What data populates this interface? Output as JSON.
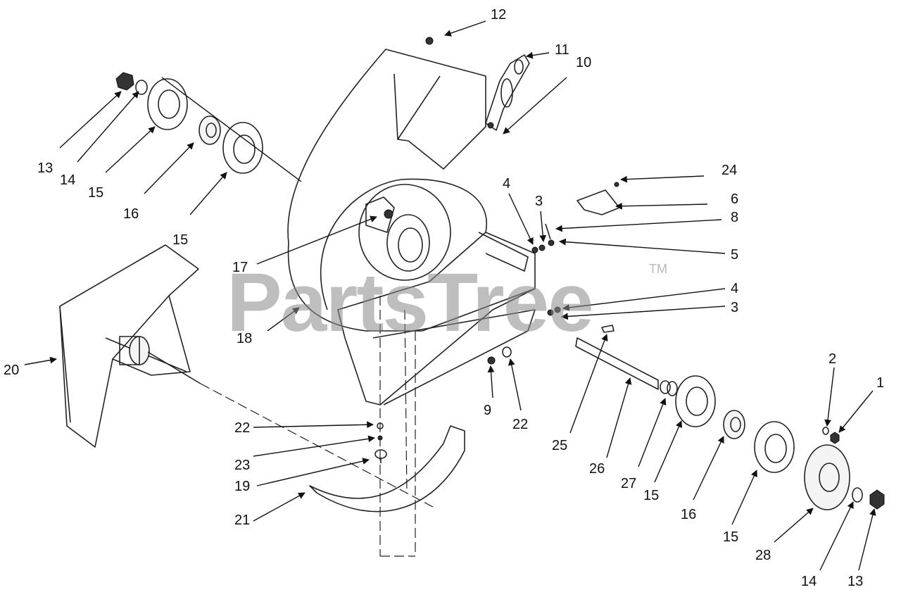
{
  "diagram": {
    "watermark": "PartsTree",
    "trademark": "TM",
    "callouts": [
      "12",
      "11",
      "10",
      "13",
      "14",
      "15",
      "16",
      "15",
      "24",
      "6",
      "4",
      "3",
      "8",
      "5",
      "17",
      "4",
      "3",
      "18",
      "20",
      "9",
      "22",
      "25",
      "26",
      "22",
      "23",
      "19",
      "21",
      "27",
      "15",
      "16",
      "2",
      "1",
      "15",
      "28",
      "14",
      "13"
    ]
  }
}
